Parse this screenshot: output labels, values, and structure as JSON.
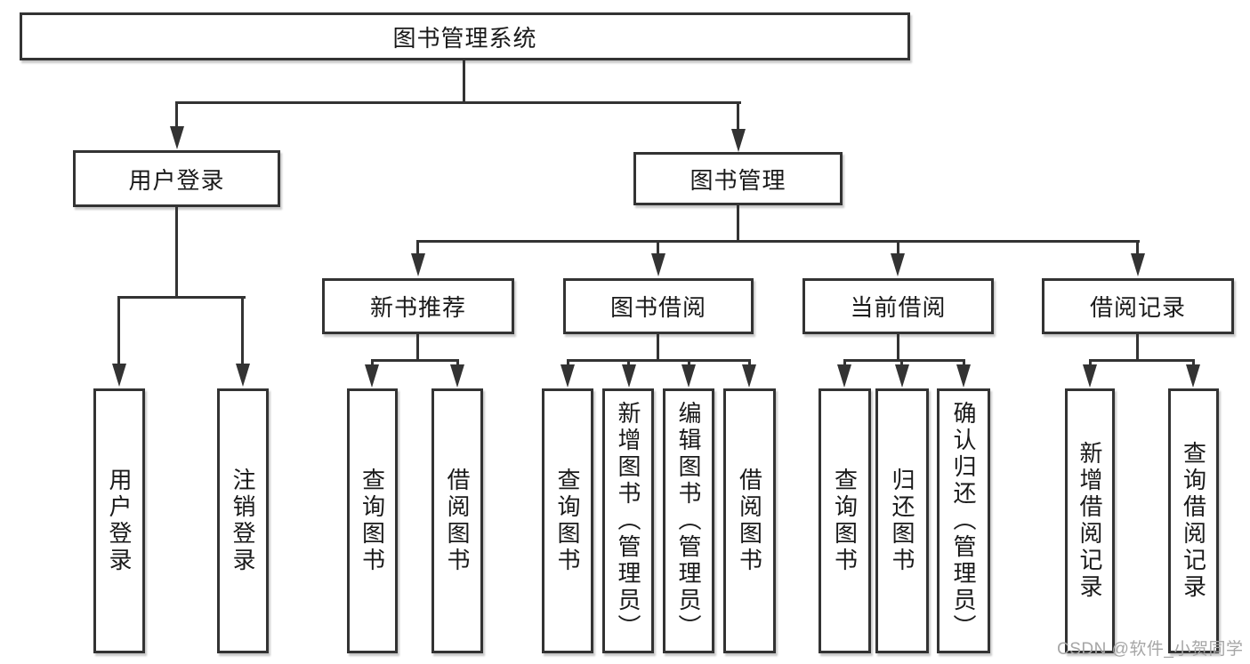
{
  "diagram": {
    "root": {
      "label": "图书管理系统"
    },
    "branches": [
      {
        "label": "用户登录",
        "children": [
          "用户登录",
          "注销登录"
        ]
      },
      {
        "label": "图书管理",
        "groups": [
          {
            "label": "新书推荐",
            "children": [
              "查询图书",
              "借阅图书"
            ]
          },
          {
            "label": "图书借阅",
            "children": [
              "查询图书",
              "新增图书（管理员）",
              "编辑图书（管理员）",
              "借阅图书"
            ]
          },
          {
            "label": "当前借阅",
            "children": [
              "查询图书",
              "归还图书",
              "确认归还（管理员）"
            ]
          },
          {
            "label": "借阅记录",
            "children": [
              "新增借阅记录",
              "查询借阅记录"
            ]
          }
        ]
      }
    ]
  },
  "colors": {
    "line": "#333333",
    "text": "#1a1a1a",
    "watermark": "#a6a6a6"
  },
  "watermark": {
    "text": "CSDN @软件_小贺同学"
  }
}
